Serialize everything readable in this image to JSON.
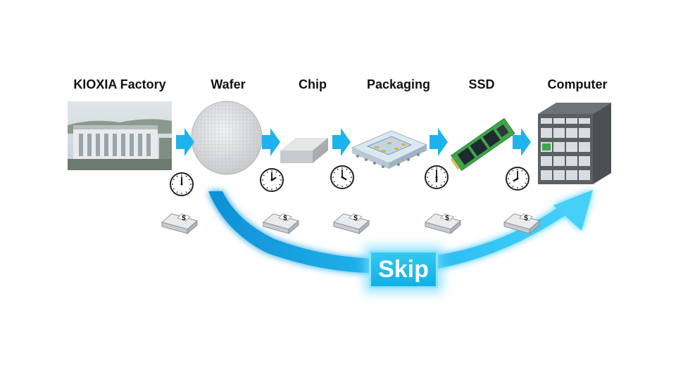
{
  "stages": [
    {
      "name": "factory",
      "label": "KIOXIA Factory"
    },
    {
      "name": "wafer",
      "label": "Wafer"
    },
    {
      "name": "chip",
      "label": "Chip"
    },
    {
      "name": "packaging",
      "label": "Packaging"
    },
    {
      "name": "ssd",
      "label": "SSD"
    },
    {
      "name": "computer",
      "label": "Computer"
    }
  ],
  "skip": {
    "label": "Skip"
  },
  "money_symbol": "$",
  "icons": {
    "step_arrow": "right-arrow-icon",
    "time": "clock-icon",
    "cost": "money-icon",
    "skip_arrow": "curved-arrow-icon"
  },
  "colors": {
    "arrow": "#1fb3ee",
    "skip_fill": "#1ab4e8",
    "skip_glow": "#8ee6ff",
    "pcb_green": "#3fa64a"
  }
}
